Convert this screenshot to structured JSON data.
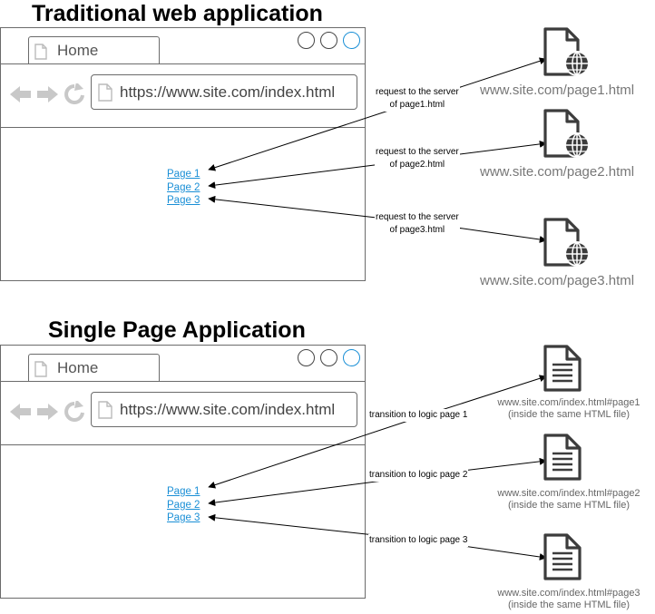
{
  "sections": [
    {
      "title": "Traditional web application",
      "browser": {
        "tab_label": "Home",
        "url": "https://www.site.com/index.html",
        "links": [
          "Page 1",
          "Page 2",
          "Page 3"
        ]
      },
      "arrow_labels": [
        "request to the server\nof page1.html",
        "request to the server\nof page2.html",
        "request to the server\nof page3.html"
      ],
      "targets": [
        "www.site.com/page1.html",
        "www.site.com/page2.html",
        "www.site.com/page3.html"
      ]
    },
    {
      "title": "Single Page Application",
      "browser": {
        "tab_label": "Home",
        "url": "https://www.site.com/index.html",
        "links": [
          "Page 1",
          "Page 2",
          "Page 3"
        ]
      },
      "arrow_labels": [
        "transition to logic page 1",
        "transition to logic page 2",
        "transition to logic page 3"
      ],
      "targets": [
        "www.site.com/index.html#page1\n(inside the same HTML file)",
        "www.site.com/index.html#page2\n(inside the same HTML file)",
        "www.site.com/index.html#page3\n(inside the same HTML file)"
      ]
    }
  ],
  "icons": {
    "web_page": "web-document-globe-icon",
    "document": "text-document-icon",
    "back": "back-arrow-icon",
    "forward": "forward-arrow-icon",
    "reload": "reload-icon"
  },
  "colors": {
    "link": "#1a8fd6",
    "active_window_button": "#1a8fd6",
    "icon_gray": "#c8c8c8",
    "file_icon": "#3c3c3c"
  }
}
